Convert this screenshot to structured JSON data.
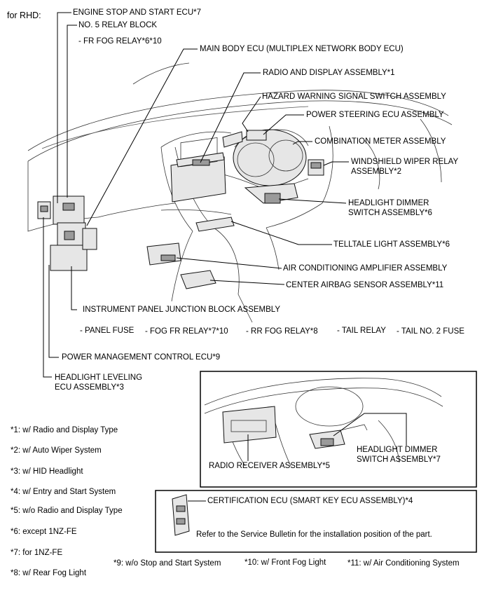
{
  "variant": "for RHD:",
  "labels": {
    "engine_stop": "ENGINE STOP AND START ECU*7",
    "relay_block": "NO. 5 RELAY BLOCK",
    "fr_fog_relay": "- FR FOG RELAY*6*10",
    "main_body_ecu": "MAIN BODY ECU (MULTIPLEX NETWORK BODY ECU)",
    "radio_display": "RADIO AND DISPLAY ASSEMBLY*1",
    "hazard_switch": "HAZARD WARNING SIGNAL SWITCH ASSEMBLY",
    "power_steering": "POWER STEERING ECU ASSEMBLY",
    "combination_meter": "COMBINATION METER ASSEMBLY",
    "wiper_relay_1": "WINDSHIELD WIPER RELAY",
    "wiper_relay_2": "ASSEMBLY*2",
    "headlight_dimmer6_1": "HEADLIGHT DIMMER",
    "headlight_dimmer6_2": "SWITCH ASSEMBLY*6",
    "telltale": "TELLTALE LIGHT ASSEMBLY*6",
    "ac_amp": "AIR CONDITIONING AMPLIFIER ASSEMBLY",
    "airbag": "CENTER AIRBAG SENSOR ASSEMBLY*11",
    "ip_junction": "INSTRUMENT PANEL JUNCTION BLOCK ASSEMBLY",
    "panel_fuse": "- PANEL FUSE",
    "fog_fr_relay": "- FOG FR RELAY*7*10",
    "rr_fog_relay": "- RR FOG RELAY*8",
    "tail_relay": "- TAIL RELAY",
    "tail_fuse": "- TAIL NO. 2 FUSE",
    "power_mgmt": "POWER MANAGEMENT CONTROL ECU*9",
    "leveling_1": "HEADLIGHT LEVELING",
    "leveling_2": "ECU ASSEMBLY*3",
    "headlight_dimmer7_1": "HEADLIGHT DIMMER",
    "headlight_dimmer7_2": "SWITCH ASSEMBLY*7",
    "radio_receiver": "RADIO RECEIVER ASSEMBLY*5",
    "certification": "CERTIFICATION ECU (SMART KEY ECU ASSEMBLY)*4",
    "bulletin": "Refer to the Service Bulletin for the installation position of the part."
  },
  "footnotes": [
    "*1: w/ Radio and Display Type",
    "*2: w/ Auto Wiper System",
    "*3: w/ HID Headlight",
    "*4: w/ Entry and Start System",
    "*5: w/o Radio and Display Type",
    "*6: except 1NZ-FE",
    "*7: for 1NZ-FE",
    "*8: w/ Rear Fog Light",
    "*9: w/o Stop and Start System",
    "*10: w/ Front Fog Light",
    "*11: w/ Air Conditioning System"
  ]
}
